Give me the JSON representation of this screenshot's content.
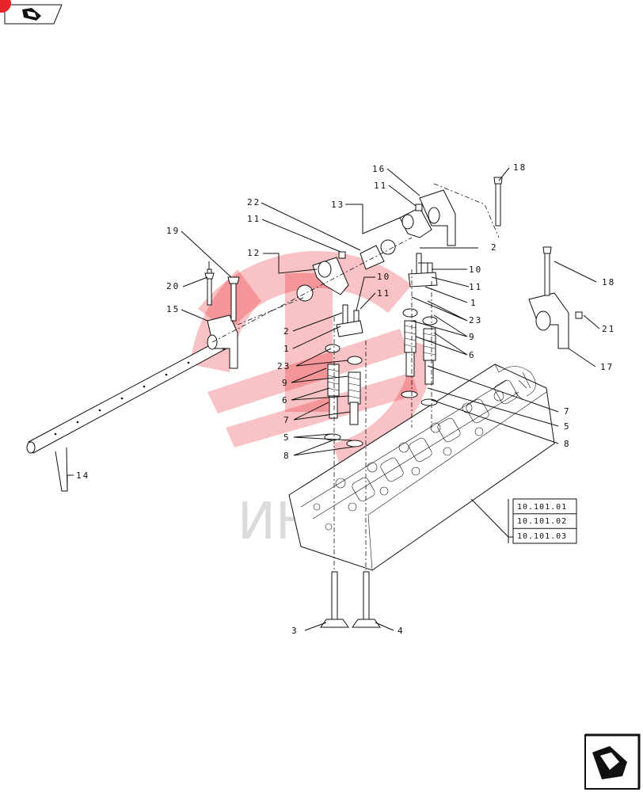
{
  "nav": {
    "corner_badge": "",
    "top_left_icon": "previous-page-arrow-icon",
    "bottom_right_icon": "next-page-arrow-icon"
  },
  "watermark": {
    "text": "ИНТ"
  },
  "callouts": {
    "c16": "16",
    "c11a": "11",
    "c13": "13",
    "c18a": "18",
    "c22": "22",
    "c11b": "11",
    "c12": "12",
    "c19": "19",
    "c20": "20",
    "c15": "15",
    "c2a": "2",
    "c10a": "10",
    "c11c": "11",
    "c1a": "1",
    "c23a": "23",
    "c9a": "9",
    "c6a": "6",
    "c2b": "2",
    "c10b": "10",
    "c11d": "11",
    "c1b": "1",
    "c23b": "23",
    "c9b": "9",
    "c6b": "6",
    "c7a": "7",
    "c5a": "5",
    "c8a": "8",
    "c7b": "7",
    "c5b": "5",
    "c8b": "8",
    "c18b": "18",
    "c21": "21",
    "c17": "17",
    "c14": "14",
    "c3": "3",
    "c4": "4"
  },
  "references": [
    "10.101.01",
    "10.101.02",
    "10.101.03"
  ],
  "colors": {
    "badge": "#e8242a",
    "watermark": "#e8242a",
    "ink": "#111111"
  }
}
